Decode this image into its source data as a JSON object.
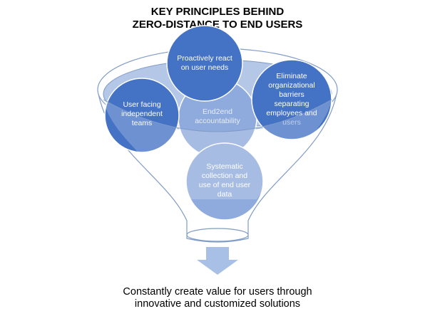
{
  "title": {
    "line1": "KEY PRINCIPLES BEHIND",
    "line2": "ZERO-DISTANCE TO END USERS"
  },
  "principles": [
    {
      "id": "proactive",
      "lines": [
        "Proactively react",
        "on user needs"
      ]
    },
    {
      "id": "eliminate",
      "lines": [
        "Eliminate",
        "organizational",
        "barriers",
        "separating",
        "employees and",
        "users"
      ]
    },
    {
      "id": "user-facing",
      "lines": [
        "User facing",
        "independent",
        "teams"
      ]
    },
    {
      "id": "end2end",
      "lines": [
        "End2end",
        "accountability"
      ]
    },
    {
      "id": "systematic",
      "lines": [
        "Systematic",
        "collection and",
        "use of end user",
        "data"
      ]
    }
  ],
  "footer": {
    "line1": "Constantly create value for users through",
    "line2": "innovative and customized solutions"
  },
  "colors": {
    "circle_dark": "#4472C4",
    "circle_light": "#8FAADC",
    "funnel_top": "#B4C7E7",
    "arrow": "#A9C0E6"
  }
}
